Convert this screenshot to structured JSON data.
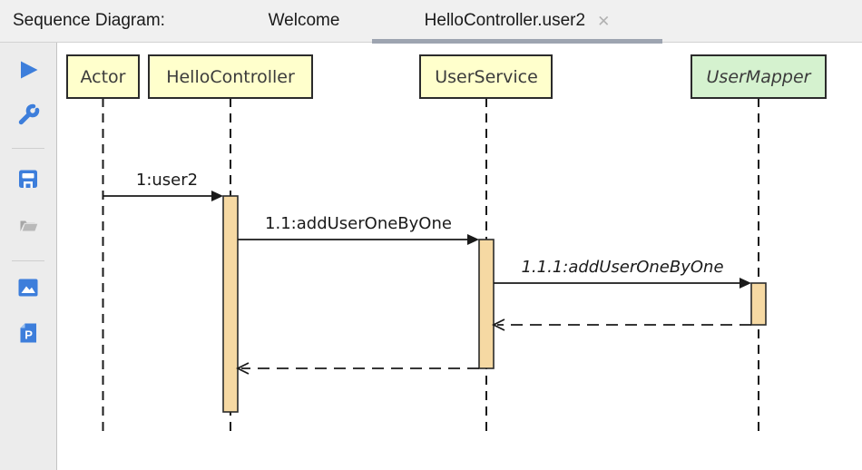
{
  "header": {
    "title": "Sequence Diagram:",
    "tabs": [
      {
        "label": "Welcome",
        "active": false
      },
      {
        "label": "HelloController.user2",
        "active": true,
        "closable": true
      }
    ],
    "close_glyph": "✕"
  },
  "toolbar": {
    "buttons": [
      {
        "name": "run",
        "icon": "play-icon"
      },
      {
        "name": "settings",
        "icon": "wrench-icon"
      },
      {
        "name": "save",
        "icon": "save-icon"
      },
      {
        "name": "open",
        "icon": "folder-icon",
        "disabled": true
      },
      {
        "name": "export-image",
        "icon": "image-icon"
      },
      {
        "name": "export-plantuml",
        "icon": "plantuml-file-icon"
      }
    ],
    "plantuml_letter": "P",
    "accent_blue": "#3D7EDB",
    "disabled_gray": "#b3b3b3"
  },
  "diagram": {
    "participants": [
      {
        "name": "Actor",
        "fill": "#FFFFCC",
        "italic": false
      },
      {
        "name": "HelloController",
        "fill": "#FFFFCC",
        "italic": false
      },
      {
        "name": "UserService",
        "fill": "#FFFFCC",
        "italic": false
      },
      {
        "name": "UserMapper",
        "fill": "#D5F2CF",
        "italic": true
      }
    ],
    "messages": [
      {
        "label": "1:user2",
        "from": "Actor",
        "to": "HelloController",
        "type": "call",
        "italic": false
      },
      {
        "label": "1.1:addUserOneByOne",
        "from": "HelloController",
        "to": "UserService",
        "type": "call",
        "italic": false
      },
      {
        "label": "1.1.1:addUserOneByOne",
        "from": "UserService",
        "to": "UserMapper",
        "type": "call",
        "italic": true
      },
      {
        "label": "",
        "from": "UserMapper",
        "to": "UserService",
        "type": "return"
      },
      {
        "label": "",
        "from": "UserService",
        "to": "HelloController",
        "type": "return"
      }
    ],
    "colors": {
      "activation_fill": "#F6D9A3",
      "stroke": "#2B2B2B"
    }
  }
}
